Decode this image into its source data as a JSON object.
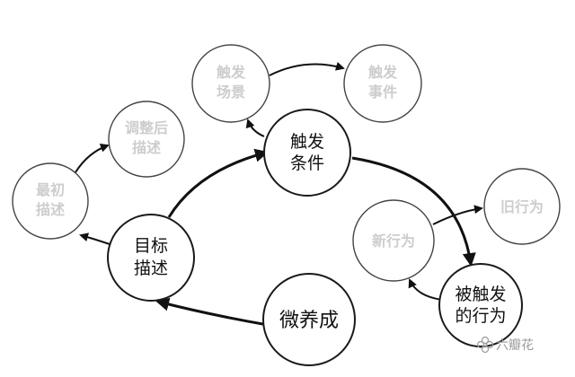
{
  "nodes": {
    "trigger_scene": {
      "line1": "触发",
      "line2": "场景"
    },
    "trigger_event": {
      "line1": "触发",
      "line2": "事件"
    },
    "adjusted_desc": {
      "line1": "调整后",
      "line2": "描述"
    },
    "trigger_condition": {
      "line1": "触发",
      "line2": "条件"
    },
    "initial_desc": {
      "line1": "最初",
      "line2": "描述"
    },
    "old_behavior": {
      "line1": "旧行为"
    },
    "new_behavior": {
      "line1": "新行为"
    },
    "goal_desc": {
      "line1": "目标",
      "line2": "描述"
    },
    "triggered_behavior": {
      "line1": "被触发",
      "line2": "的行为"
    },
    "micro_habit": {
      "line1": "微养成"
    }
  },
  "watermark": {
    "text": "六瓣花"
  }
}
